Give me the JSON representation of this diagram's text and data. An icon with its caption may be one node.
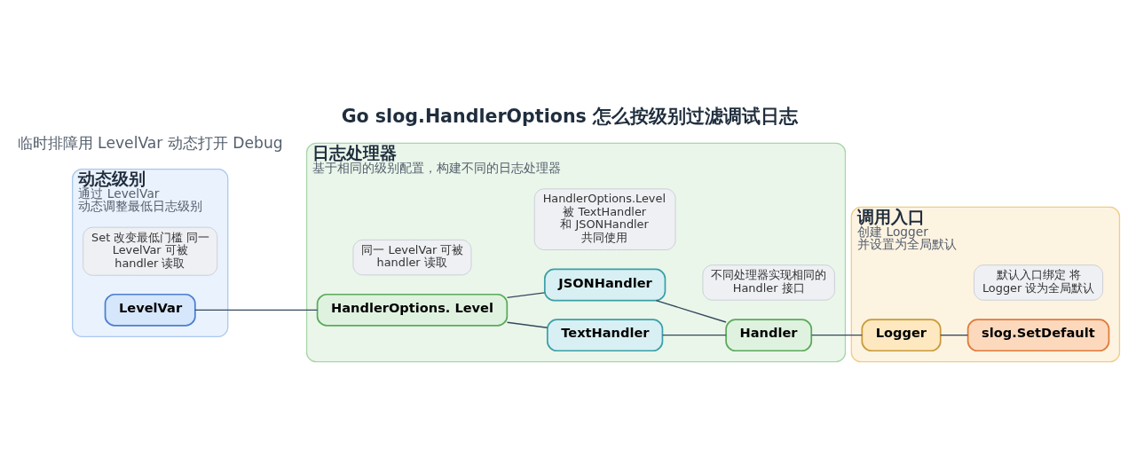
{
  "diagram": {
    "title": "Go slog.HandlerOptions 怎么按级别过滤调试日志",
    "nodes": [
      {
        "text": [
          "动态级别",
          "通过 LevelVar 动态调整最低日志级别"
        ]
      },
      {
        "text": [
          "LevelVar"
        ],
        "in": 0
      },
      {
        "text": [
          "Set 改变最低门槛 同一 LevelVar 可被 handler 读取"
        ],
        "in": 0
      },
      {
        "text": [
          "日志处理器",
          "基于相同的级别配置，构建不同的日志处理器"
        ]
      },
      {
        "text": [
          "HandlerOptions. Level"
        ],
        "in": 3
      },
      {
        "text": [
          "TextHandler"
        ],
        "in": 3
      },
      {
        "text": [
          "JSONHandler"
        ],
        "in": 3
      },
      {
        "text": [
          "Handler"
        ],
        "in": 3
      },
      {
        "text": [
          "同一 LevelVar 可被 handler 读取"
        ],
        "in": 3
      },
      {
        "text": [
          "HandlerOptions.Level 被 TextHandler 和 JSONHandler 共同使用"
        ],
        "in": 3
      },
      {
        "text": [
          "不同处理器实现相同的 Handler 接口"
        ],
        "in": 3
      },
      {
        "text": [
          "调用入口",
          "创建 Logger 并设置为全局默认"
        ]
      },
      {
        "text": [
          "Logger"
        ],
        "in": 11
      },
      {
        "text": [
          "slog.SetDefault"
        ],
        "in": 11
      },
      {
        "text": [
          "默认入口绑定 将 Logger 设为全局默认"
        ],
        "in": 11
      }
    ],
    "edges": [
      {
        "from": 1,
        "to": 4,
        "arrow": "none"
      },
      {
        "from": 4,
        "to": 5,
        "arrow": "none"
      },
      {
        "from": 4,
        "to": 6,
        "arrow": "none"
      },
      {
        "from": 5,
        "to": 7,
        "arrow": "none"
      },
      {
        "from": 6,
        "to": 7,
        "arrow": "none"
      },
      {
        "from": 7,
        "to": 12,
        "arrow": "none"
      },
      {
        "from": 12,
        "to": 13,
        "arrow": "none"
      }
    ],
    "labels": [
      "临时排障用 LevelVar 动态打开 Debug"
    ]
  }
}
